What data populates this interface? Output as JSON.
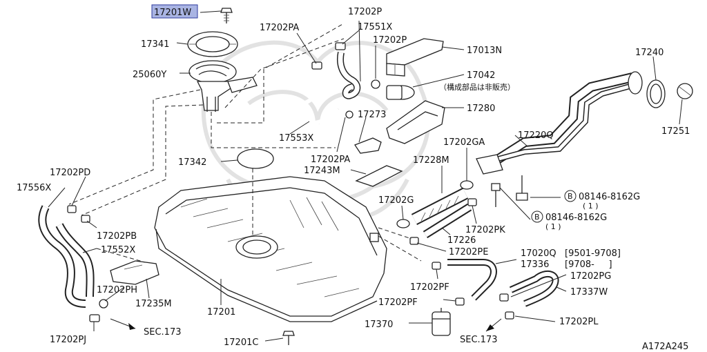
{
  "parts": {
    "p17201w": "17201W",
    "p17341": "17341",
    "p25060y": "25060Y",
    "p17202pa_top": "17202PA",
    "p17202p_top": "17202P",
    "p17551x": "17551X",
    "p17202p_mid": "17202P",
    "p17013n": "17013N",
    "p17042": "17042",
    "p17042_note": "（構成部品は非販売）",
    "p17280": "17280",
    "p17273": "17273",
    "p17553x": "17553X",
    "p17202pa_mid": "17202PA",
    "p17342": "17342",
    "p17243m": "17243M",
    "p17202pd": "17202PD",
    "p17556x": "17556X",
    "p17202pb": "17202PB",
    "p17552x": "17552X",
    "p17202ph": "17202PH",
    "p17235m": "17235M",
    "p17202pj": "17202PJ",
    "p17201": "17201",
    "p17201c": "17201C",
    "p17240": "17240",
    "p17251": "17251",
    "p17220q": "17220Q",
    "p17202ga": "17202GA",
    "p17228m": "17228M",
    "p17202g": "17202G",
    "p17202pk": "17202PK",
    "p17226": "17226",
    "p17202pe": "17202PE",
    "p17202pf_a": "17202PF",
    "p17202pf_b": "17202PF",
    "p17370": "17370",
    "p17202pg": "17202PG",
    "p17337w": "17337W",
    "p17202pl": "17202PL",
    "p17020q": "17020Q",
    "p17020q_range": "[9501-9708]",
    "p17336": "17336",
    "p17336_range": "[9708-     ]"
  },
  "bolts": {
    "b1_symbol": "B",
    "b1_code": "08146-8162G",
    "b1_qty": "( 1 )",
    "b2_symbol": "B",
    "b2_code": "08146-8162G",
    "b2_qty": "( 1 )"
  },
  "references": {
    "sec_left": "SEC.173",
    "sec_right": "SEC.173"
  },
  "figure_id": "A172A245",
  "highlight_color": "#a9b4e3"
}
